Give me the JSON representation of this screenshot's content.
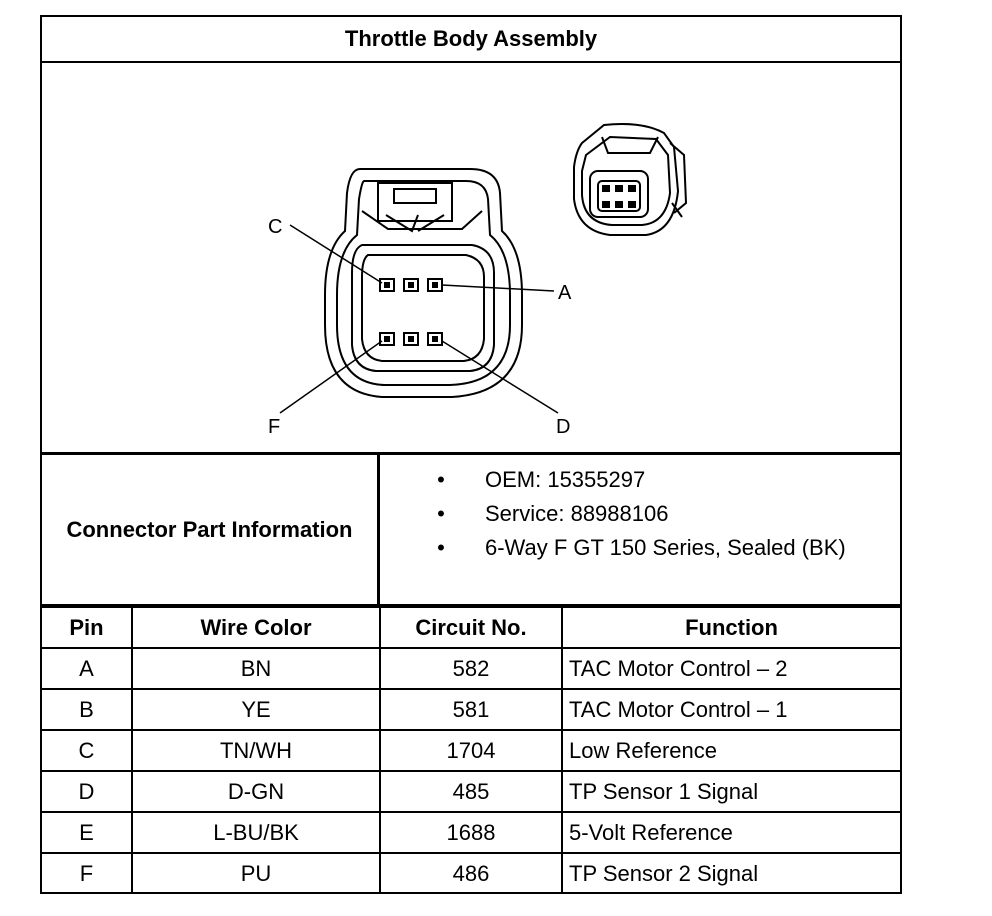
{
  "title": "Throttle Body Assembly",
  "figure": {
    "pin_callouts": [
      "C",
      "A",
      "F",
      "D"
    ]
  },
  "connector_info": {
    "label": "Connector Part Information",
    "items": [
      "OEM: 15355297",
      "Service: 88988106",
      "6-Way F GT 150 Series, Sealed (BK)"
    ],
    "bullet": "•"
  },
  "table": {
    "headers": [
      "Pin",
      "Wire Color",
      "Circuit No.",
      "Function"
    ],
    "rows": [
      {
        "pin": "A",
        "wire_color": "BN",
        "circuit": "582",
        "function": "TAC Motor Control – 2"
      },
      {
        "pin": "B",
        "wire_color": "YE",
        "circuit": "581",
        "function": "TAC Motor Control – 1"
      },
      {
        "pin": "C",
        "wire_color": "TN/WH",
        "circuit": "1704",
        "function": "Low Reference"
      },
      {
        "pin": "D",
        "wire_color": "D-GN",
        "circuit": "485",
        "function": "TP Sensor 1 Signal"
      },
      {
        "pin": "E",
        "wire_color": "L-BU/BK",
        "circuit": "1688",
        "function": "5-Volt Reference"
      },
      {
        "pin": "F",
        "wire_color": "PU",
        "circuit": "486",
        "function": "TP Sensor 2 Signal"
      }
    ]
  }
}
